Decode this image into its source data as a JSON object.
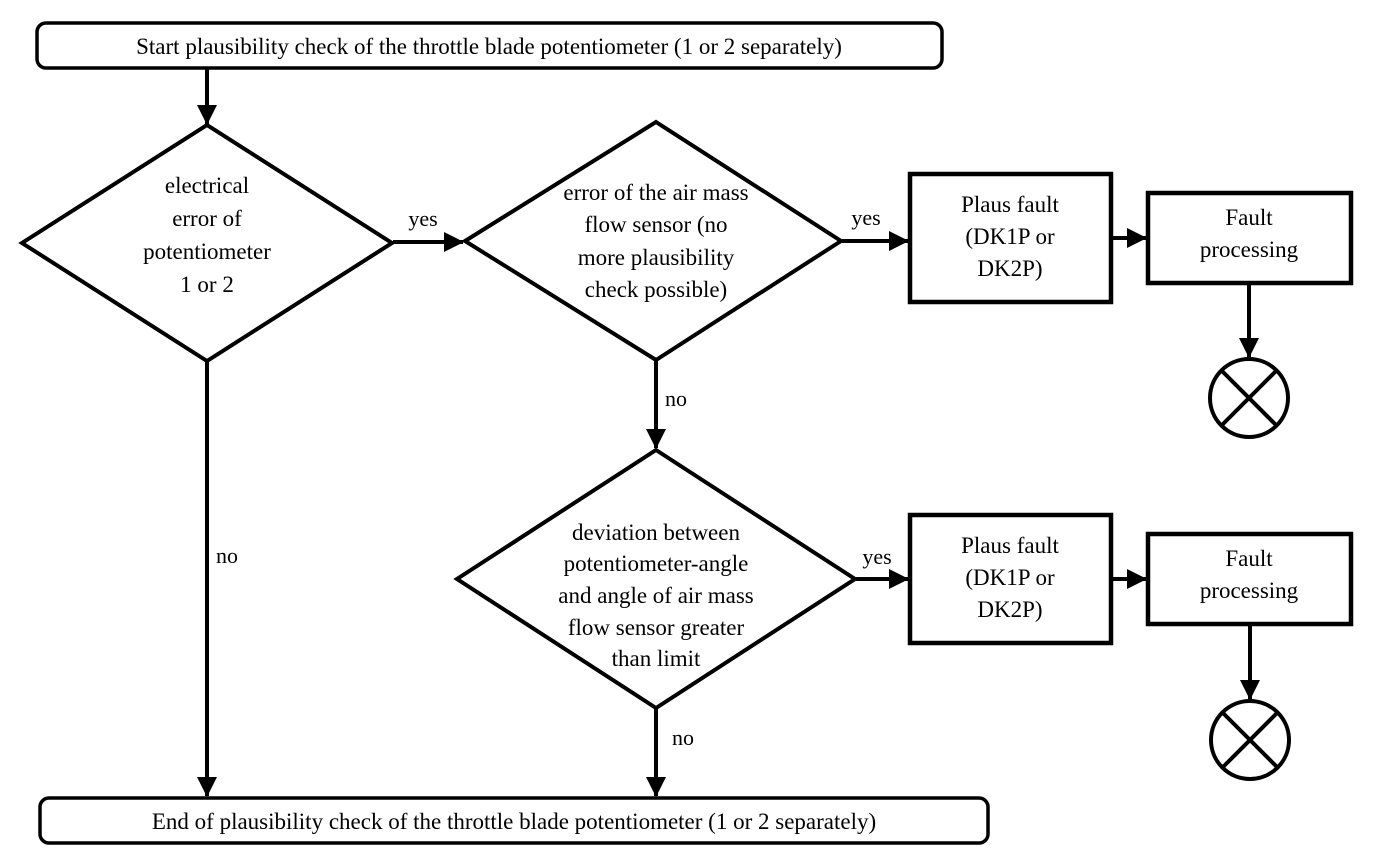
{
  "nodes": {
    "start": {
      "label": "Start plausibility check of the throttle blade potentiometer (1 or 2 separately)"
    },
    "decision_electrical": {
      "lines": [
        "electrical",
        "error of",
        "potentiometer",
        "1 or 2"
      ]
    },
    "decision_airmass": {
      "lines": [
        "error of the air mass",
        "flow sensor (no",
        "more plausibility",
        "check possible)"
      ]
    },
    "decision_deviation": {
      "lines": [
        "deviation between",
        "potentiometer-angle",
        "and angle of air mass",
        "flow sensor greater",
        "than limit"
      ]
    },
    "plaus_fault_1": {
      "lines": [
        "Plaus fault",
        "(DK1P or",
        "DK2P)"
      ]
    },
    "fault_processing_1": {
      "lines": [
        "Fault",
        "processing"
      ]
    },
    "plaus_fault_2": {
      "lines": [
        "Plaus fault",
        "(DK1P or",
        "DK2P)"
      ]
    },
    "fault_processing_2": {
      "lines": [
        "Fault",
        "processing"
      ]
    },
    "terminator_1": {
      "icon": "crossed-circle-icon"
    },
    "terminator_2": {
      "icon": "crossed-circle-icon"
    },
    "end": {
      "label": "End of plausibility check of the throttle blade potentiometer (1 or 2 separately)"
    }
  },
  "edge_labels": {
    "electrical_yes": "yes",
    "electrical_no": "no",
    "airmass_yes": "yes",
    "airmass_no": "no",
    "deviation_yes": "yes",
    "deviation_no": "no"
  },
  "colors": {
    "ink": "#000000",
    "background": "#ffffff"
  }
}
